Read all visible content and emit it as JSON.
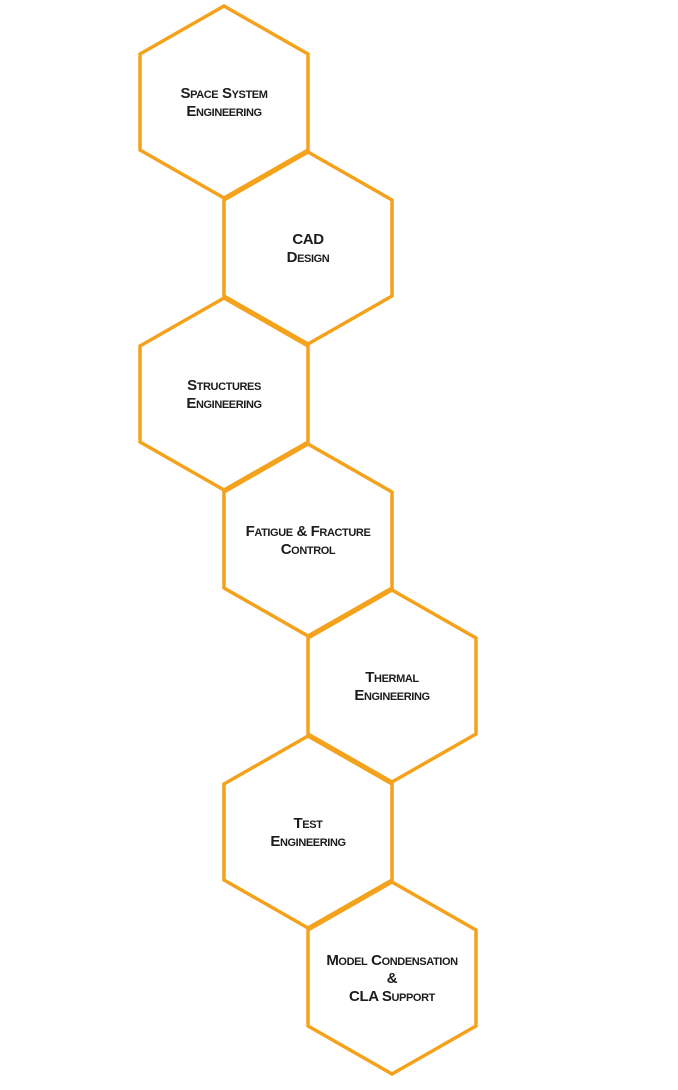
{
  "diagram": {
    "stroke_color": "#F4A21C",
    "text_color": "#1C1C1C",
    "hexagons": [
      {
        "id": "space-system-engineering",
        "lines": [
          "Space System",
          "Engineering"
        ]
      },
      {
        "id": "cad-design",
        "lines": [
          "CAD",
          "Design"
        ]
      },
      {
        "id": "structures-engineering",
        "lines": [
          "Structures",
          "Engineering"
        ]
      },
      {
        "id": "fatigue-fracture-control",
        "lines": [
          "Fatigue & Fracture",
          "Control"
        ]
      },
      {
        "id": "thermal-engineering",
        "lines": [
          "Thermal",
          "Engineering"
        ]
      },
      {
        "id": "test-engineering",
        "lines": [
          "Test",
          "Engineering"
        ]
      },
      {
        "id": "model-condensation-cla-support",
        "lines": [
          "Model Condensation",
          "&",
          "CLA Support"
        ]
      }
    ]
  }
}
